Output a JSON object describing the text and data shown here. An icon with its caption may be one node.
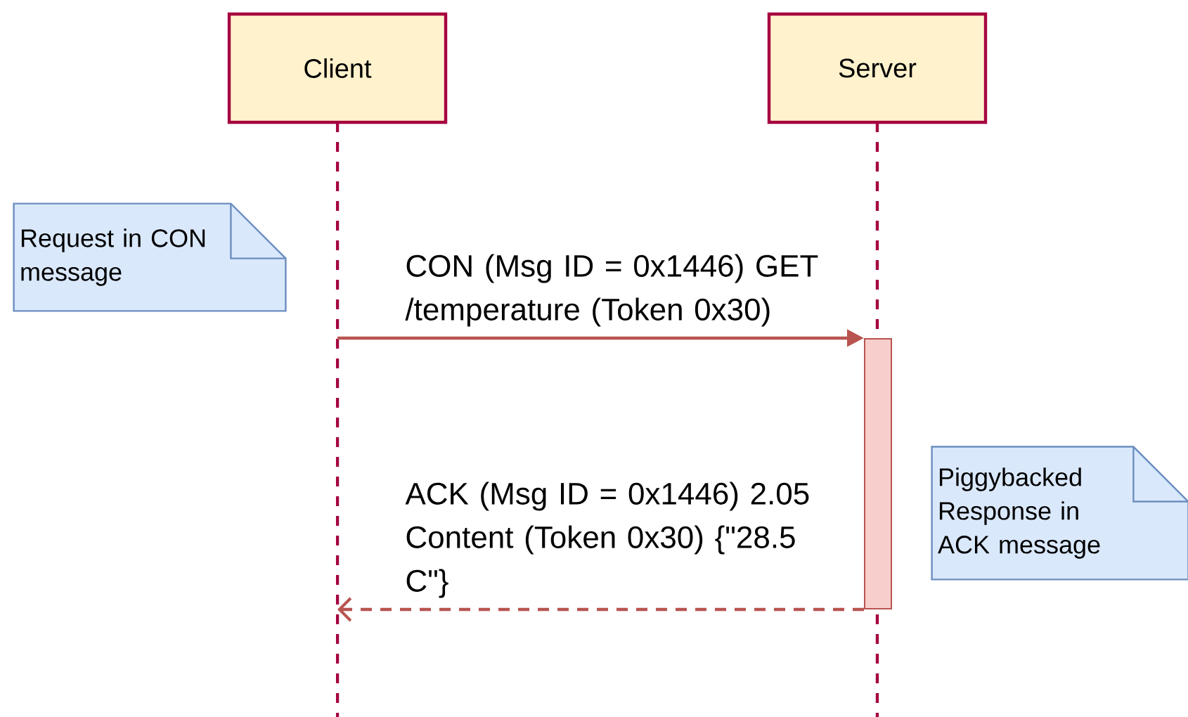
{
  "diagram": {
    "nodes": [
      {
        "text": [
          "Client"
        ]
      },
      {
        "text": [
          "Server"
        ]
      },
      {
        "text": [],
        "shape": "bar",
        "in": 1
      },
      {
        "text": [
          "Request in CON message"
        ]
      },
      {
        "text": [
          "Piggybacked Response in ACK message"
        ]
      }
    ],
    "edges": [
      {
        "from": 0,
        "to": 2,
        "arrow": "to",
        "label": "CON (Msg ID = 0x1446) GET /temperature (Token 0x30)"
      },
      {
        "from": 2,
        "to": 0,
        "arrow": "to",
        "style": "dashed",
        "label": "ACK (Msg ID = 0x1446) 2.05 Content (Token 0x30) {\"28.5 C\"}"
      }
    ]
  }
}
